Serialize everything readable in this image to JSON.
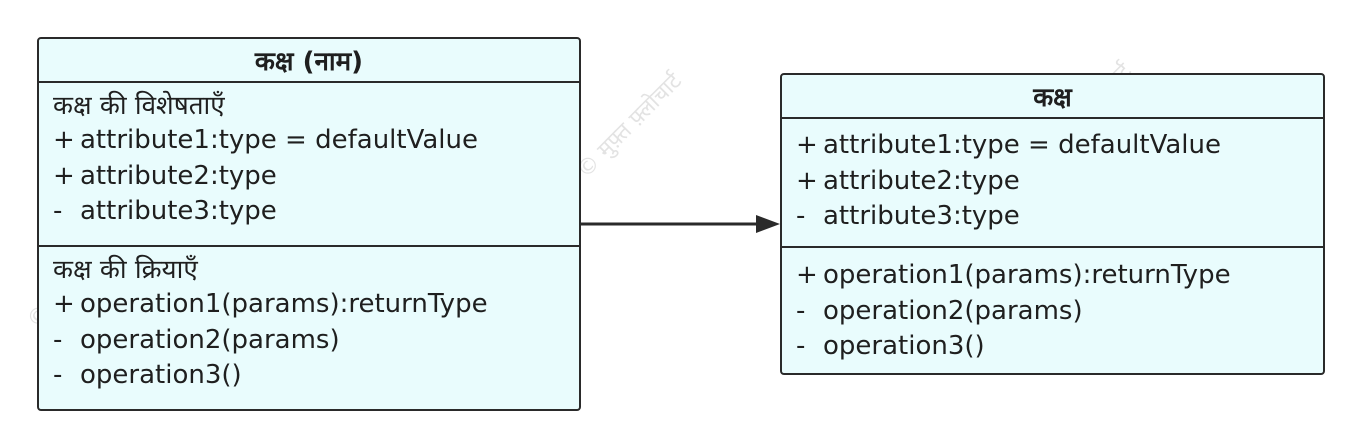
{
  "watermark_text": "© मुफ़्त फ़्लोचार्ट",
  "colors": {
    "box_fill": "#e9fcfd",
    "box_border": "#2a2a2a",
    "text": "#1f1f1f",
    "connector": "#2a2a2a"
  },
  "class_left": {
    "title": "कक्ष (नाम)",
    "attributes_title": "कक्ष की विशेषताएँ",
    "attributes": [
      {
        "vis": "+",
        "text": "attribute1:type = defaultValue"
      },
      {
        "vis": "+",
        "text": "attribute2:type"
      },
      {
        "vis": "-",
        "text": "attribute3:type"
      }
    ],
    "operations_title": "कक्ष की क्रियाएँ",
    "operations": [
      {
        "vis": "+",
        "text": "operation1(params):returnType"
      },
      {
        "vis": "-",
        "text": "operation2(params)"
      },
      {
        "vis": "-",
        "text": "operation3()"
      }
    ]
  },
  "class_right": {
    "title": "कक्ष",
    "attributes": [
      {
        "vis": "+",
        "text": "attribute1:type = defaultValue"
      },
      {
        "vis": "+",
        "text": "attribute2:type"
      },
      {
        "vis": "-",
        "text": "attribute3:type"
      }
    ],
    "operations": [
      {
        "vis": "+",
        "text": "operation1(params):returnType"
      },
      {
        "vis": "-",
        "text": "operation2(params)"
      },
      {
        "vis": "-",
        "text": "operation3()"
      }
    ]
  },
  "connector": {
    "from": "class_left",
    "to": "class_right",
    "arrowhead": "filled-triangle"
  }
}
